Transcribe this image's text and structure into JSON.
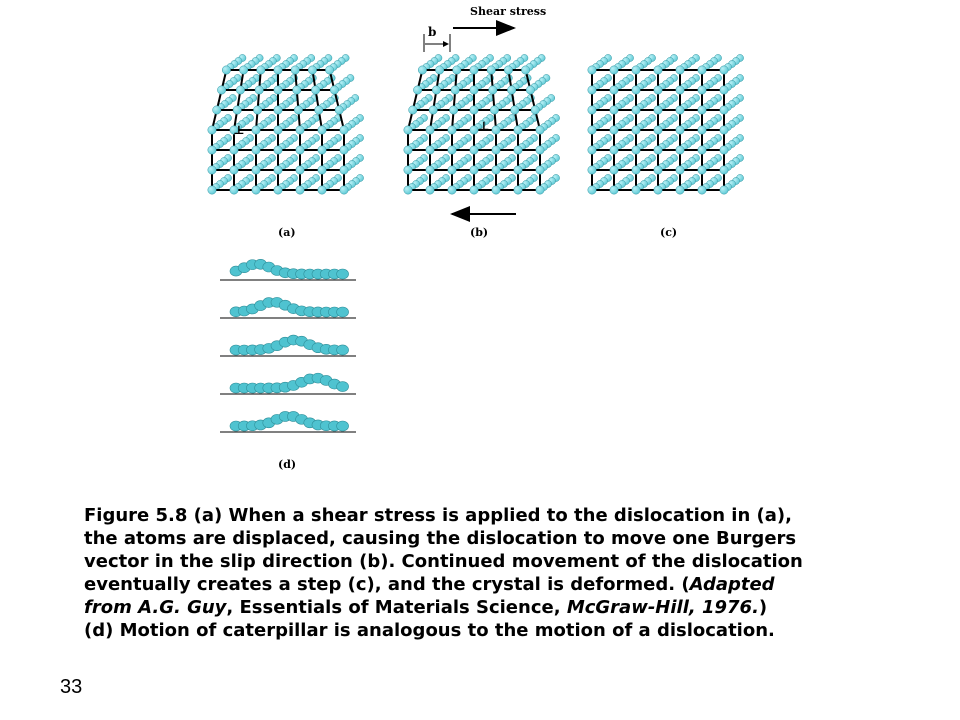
{
  "figure": {
    "shear_stress_label": "Shear stress",
    "burgers_label": "b",
    "dislocation_symbol": "⊥",
    "panel_labels": {
      "a": "(a)",
      "b": "(b)",
      "c": "(c)",
      "d": "(d)"
    },
    "atom_color": "#5bc8d4",
    "atom_highlight": "#b8f0f5",
    "caterpillar_color": "#4fc3d0"
  },
  "caption": {
    "line1": "Figure 5.8 (a) When a shear stress is applied to the dislocation in (a),",
    "line2": "the atoms are displaced, causing the dislocation to move one Burgers",
    "line3": "vector in the slip direction (b). Continued movement of the dislocation",
    "line4a": "eventually creates a step (c), and the crystal is deformed. (",
    "line4b": "Adapted",
    "line5a": "from A.G. Guy",
    "line5b": ", Essentials of Materials Science, ",
    "line5c": "McGraw-Hill, 1976.",
    "line5d": ")",
    "line6": "(d) Motion of caterpillar is analogous to the motion of a dislocation."
  },
  "slide_number": "33"
}
